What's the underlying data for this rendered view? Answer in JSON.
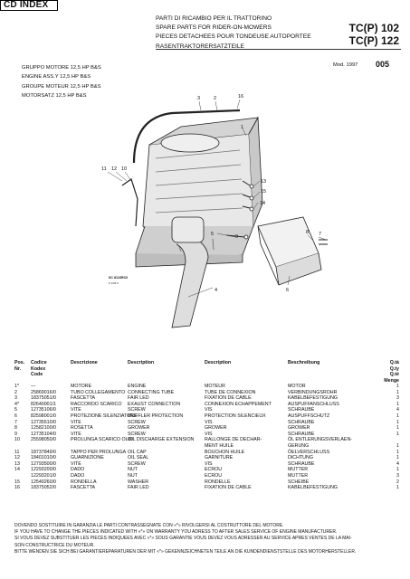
{
  "header": {
    "cd_index": "CD INDEX",
    "title_lines": [
      "PARTI DI RICAMBIO PER IL TRATTORINO",
      "SPARE PARTS FOR RIDER-ON-MOWERS",
      "PIECES DETACHEES POUR TONDEUSE AUTOPORTEE",
      "RASENTRAKTORERSATZTEILE"
    ],
    "models": [
      "TC(P) 102",
      "TC(P) 122"
    ],
    "mod_label": "Mod.  1997",
    "page_number": "005"
  },
  "group": {
    "lines": [
      "GRUPPO MOTORE 12,5 HP B&S",
      "ENGINE ASS.Y 12,5 HP  B&S",
      "GROUPE MOTEUR 12,5 HP B&S",
      "MOTORSATZ 12,5 HP  B&S"
    ]
  },
  "diagram": {
    "callouts": [
      "3",
      "2",
      "16",
      "1",
      "11",
      "12",
      "10",
      "13",
      "15",
      "14",
      "5",
      "9",
      "8",
      "7",
      "4",
      "6"
    ],
    "stamp": "SC 8123RC0",
    "stamp_sub": "8 1/95 8"
  },
  "table": {
    "headers": {
      "pos": "Pos.\nNr.",
      "code": "Codice\nKodex\nCode",
      "it": "Descrizione",
      "en": "Description",
      "fr": "Description",
      "de": "Beschreibung",
      "qty": "Q.tà\nQ.ty\nQ.té\nMenge"
    },
    "rows": [
      {
        "pos": "1*",
        "code": "—",
        "it": "MOTORE",
        "en": "ENGINE",
        "fr": "MOTEUR",
        "de": "MOTOR",
        "qty": "1"
      },
      {
        "pos": "2",
        "code": "25869016/0",
        "it": "TUBO COLLEGAMENTO",
        "en": "CONNECTING TUBE",
        "fr": "TUBE DE CONNEXION",
        "de": "VERBINDUNGSROHR",
        "qty": "1"
      },
      {
        "pos": "3",
        "code": "18375051/0",
        "it": "FASCETTA",
        "en": "FAIR LED",
        "fr": "FIXATION DE CABLE",
        "de": "KABELBEFESTIGUNG",
        "qty": "3"
      },
      {
        "pos": "4*",
        "code": "82640001/1",
        "it": "RACCORDO SCARICO",
        "en": "EXAUST CONNECTION",
        "fr": "CONNEXION ECHAPPEMENT",
        "de": "AUSPUFFANSCHLUSS",
        "qty": "1"
      },
      {
        "pos": "5",
        "code": "12735106/0",
        "it": "VITE",
        "en": "SCREW",
        "fr": "VIS",
        "de": "SCHRAUBE",
        "qty": "4"
      },
      {
        "pos": "6",
        "code": "82598001/0",
        "it": "PROTEZIONE SILENZIATORE",
        "en": "MUFFLER PROTECTION",
        "fr": "PROTECTION SILENCIEUX",
        "de": "AUSPUFFSCHUTZ",
        "qty": "1"
      },
      {
        "pos": "7",
        "code": "12735510/0",
        "it": "VITE",
        "en": "SCREW",
        "fr": "VIS",
        "de": "SCHRAUBE",
        "qty": "1"
      },
      {
        "pos": "8",
        "code": "12582100/0",
        "it": "ROSETTA",
        "en": "GROWER",
        "fr": "GROWER",
        "de": "GROWER",
        "qty": "1"
      },
      {
        "pos": "9",
        "code": "12735104/0",
        "it": "VITE",
        "en": "SCREW",
        "fr": "VIS",
        "de": "SCHRAUBE",
        "qty": "1"
      },
      {
        "pos": "10",
        "code": "25598050/0",
        "it": "PROLUNGA SCARICO OLIO",
        "en": "OIL DISCHARGE EXTENSION",
        "fr": "RALLONGE DE DECHAR-",
        "de": "ÖL ENTLERUNGSVERLAEN-",
        "qty": ""
      },
      {
        "pos": "",
        "code": "",
        "it": "",
        "en": "",
        "fr": "MENT HUILE",
        "de": "GERUNG",
        "qty": "1"
      },
      {
        "pos": "11",
        "code": "18737849/0",
        "it": "TAPPO PER PROLUNGA",
        "en": "OIL CAP",
        "fr": "BOUCHON HUILE",
        "de": "ÖELVERSCHLUSS",
        "qty": "1"
      },
      {
        "pos": "12",
        "code": "18401010/0",
        "it": "GUARNIZIONE",
        "en": "OIL SEAL",
        "fr": "GARNITURE",
        "de": "DICHTUNG",
        "qty": "1"
      },
      {
        "pos": "13",
        "code": "12793500/0",
        "it": "VITE",
        "en": "SCREW",
        "fr": "VIS",
        "de": "SCHRAUBE",
        "qty": "4"
      },
      {
        "pos": "14",
        "code": "12293200/0",
        "it": "DADO",
        "en": "NUT",
        "fr": "ECROU",
        "de": "MUTTER",
        "qty": "1"
      },
      {
        "pos": "",
        "code": "12293201/0",
        "it": "DADO",
        "en": "NUT",
        "fr": "ECROU",
        "de": "MUTTER",
        "qty": "3"
      },
      {
        "pos": "15",
        "code": "12540260/0",
        "it": "RONDELLA",
        "en": "WASHER",
        "fr": "RONDELLE",
        "de": "SCHEIBE",
        "qty": "2"
      },
      {
        "pos": "16",
        "code": "18375052/0",
        "it": "FASCETTA",
        "en": "FAIR LED",
        "fr": "FIXATION DE CABLE",
        "de": "KABELBEFESTIGUNG",
        "qty": "1"
      }
    ]
  },
  "footnote": {
    "lines": [
      "DOVENDO SOSTITUIRE IN GARANZIA LE PARTI CONTRASSEGNATE CON «*» RIVOLGERSI AL COSTRUTTORE DEL MOTORE.",
      "IF YOU HAVE TO CHANGE THE PIECES INDICATED WITH «*» ON WARRANTY YOU ADRESS TO AFTER SALES SERVICE OF ENGINE MANUFACTURER.",
      "SI VOUS DEVEZ SUBSTITUER LES PIECES INDIQUEES AVEC «*» SOUS GARANTIE VOUS DEVEZ VOUS ADRESSER AU SERVICE APRES VENTES DE LA MAI-",
      "SON CONSTRUCTRICE DU MOTEUR.",
      "BITTE WENDEN SIE SICH BEI GARANTIEREPARATUREN DER MIT «*» GEKENNZEICHNETEN TEILE AN DIE KUNDENDIENSTSTELLE DES MOTORHERSTELLER."
    ]
  }
}
